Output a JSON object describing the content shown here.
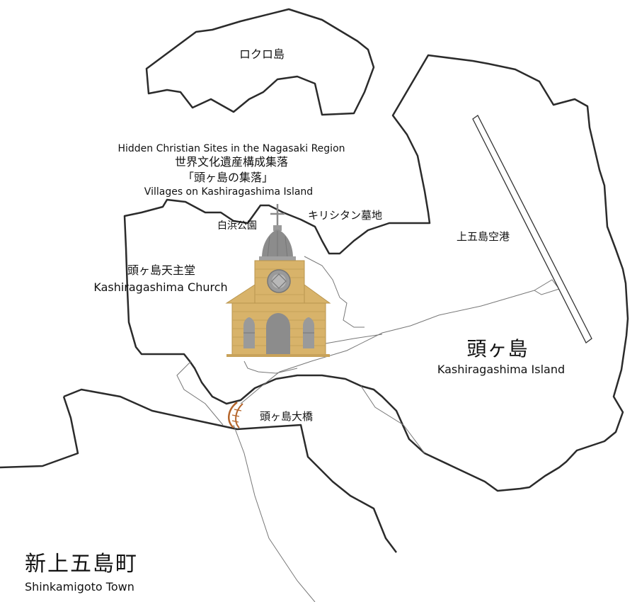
{
  "map": {
    "heritage": {
      "line1": "Hidden Christian Sites in the Nagasaki Region",
      "line2": "世界文化遺産構成集落",
      "line3": "「頭ヶ島の集落」",
      "line4": "Villages on Kashiragashima Island"
    },
    "places": {
      "rokuro_island": "ロクロ島",
      "shirahama_park": "白浜公園",
      "christian_cemetery": "キリシタン墓地",
      "airport": "上五島空港",
      "church_ja": "頭ヶ島天主堂",
      "church_en": "Kashiragashima Church",
      "island_ja": "頭ヶ島",
      "island_en": "Kashiragashima Island",
      "bridge": "頭ヶ島大橋",
      "town_ja": "新上五島町",
      "town_en": "Shinkamigoto Town"
    },
    "icons": [
      "church-icon",
      "bridge-icon",
      "airport-runway"
    ],
    "colors": {
      "coastline": "#2b2b2b",
      "road": "#777777",
      "church_brick": "#d8b36a",
      "church_dome": "#8c8c8c",
      "bridge": "#b5652b"
    }
  }
}
